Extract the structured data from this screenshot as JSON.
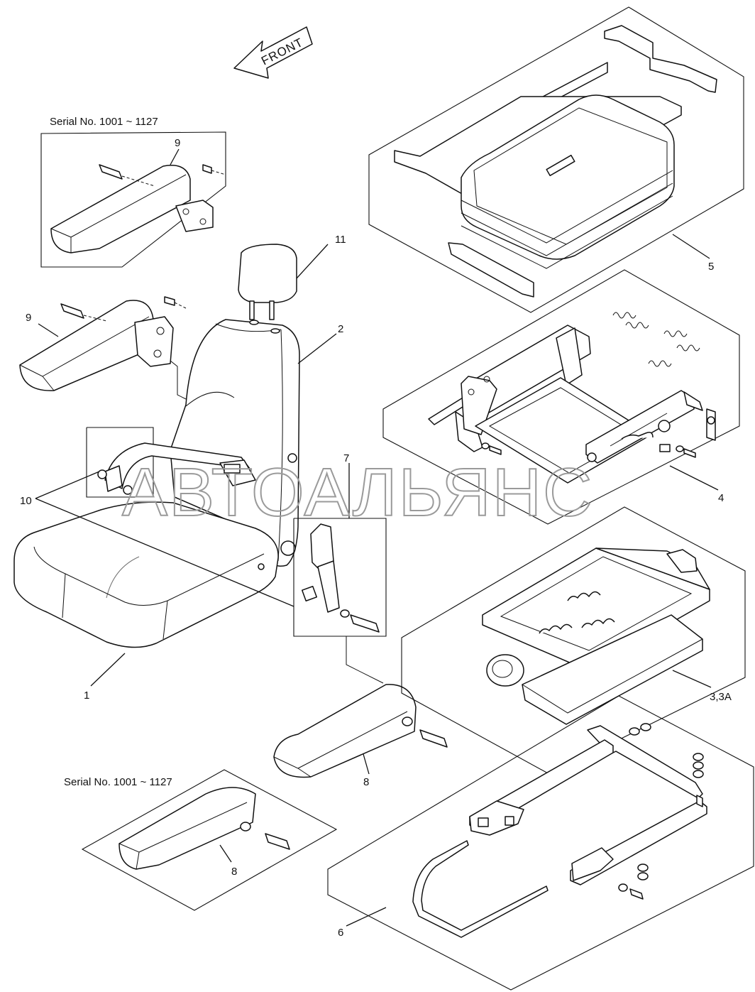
{
  "front_arrow": "FRONT",
  "watermark": "АВТОАЛЬЯНС",
  "insets": [
    {
      "caption": "Serial No. 1001 ~ 1127",
      "part": "9"
    },
    {
      "caption": "Serial No. 1001 ~ 1127",
      "part": "8"
    }
  ],
  "callouts": {
    "p1": "1",
    "p2": "2",
    "p3": "3,3A",
    "p4": "4",
    "p5": "5",
    "p6": "6",
    "p7": "7",
    "p8": "8",
    "p9": "9",
    "p10": "10",
    "p11": "11"
  }
}
